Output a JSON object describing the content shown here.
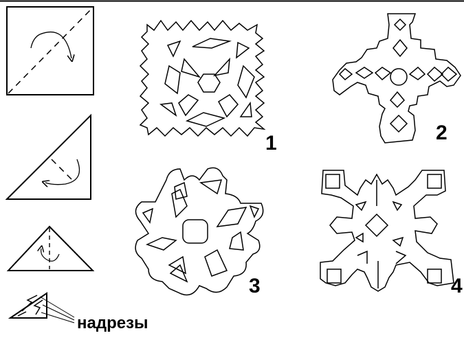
{
  "labels": {
    "snowflake_1": "1",
    "snowflake_2": "2",
    "snowflake_3": "3",
    "snowflake_4": "4",
    "cuts": "надрезы"
  },
  "colors": {
    "line": "#000000",
    "background": "#ffffff"
  }
}
